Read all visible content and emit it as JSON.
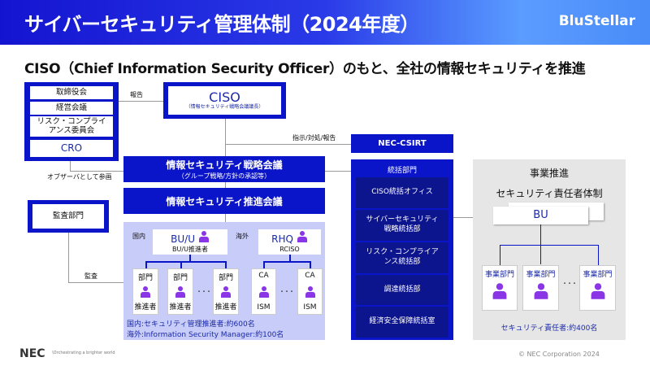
{
  "header": {
    "title": "サイバーセキュリティ管理体制（2024年度）",
    "brand": "BluStellar"
  },
  "subtitle": "CISO（Chief Information Security Officer）のもと、全社の情報セキュリティを推進",
  "board": {
    "items": [
      "取締役会",
      "経営会議",
      "リスク・コンプライアンス委員会",
      "CRO"
    ]
  },
  "labels": {
    "report": "報告",
    "instruct": "指示/対処/報告",
    "observer": "オブザーバとして参画",
    "audit": "監査"
  },
  "ciso": {
    "title": "CISO",
    "subtitle": "（情報セキュリティ戦略会議議長）"
  },
  "csirt": "NEC-CSIRT",
  "strategy": {
    "title": "情報セキュリティ戦略会議",
    "subtitle": "（グループ戦略/方針の承認等）"
  },
  "promotion": "情報セキュリティ推進会議",
  "audit_dept": "監査部門",
  "domestic": {
    "label": "国内",
    "unit": "BU/U",
    "role": "BU/U推進者",
    "children": [
      {
        "name": "部門",
        "role": "推進者"
      },
      {
        "name": "部門",
        "role": "推進者"
      },
      {
        "name": "部門",
        "role": "推進者"
      }
    ]
  },
  "overseas": {
    "label": "海外",
    "unit": "RHQ",
    "role": "RCISO",
    "children": [
      {
        "name": "CA",
        "role": "ISM"
      },
      {
        "name": "CA",
        "role": "ISM"
      }
    ]
  },
  "counts": {
    "domestic": "国内:セキュリティ管理推進者:約600名",
    "overseas": "海外:Information Security Manager:約100名"
  },
  "hq": {
    "title": "統括部門",
    "items": [
      "CISO統括オフィス",
      "サイバーセキュリティ戦略統括部",
      "リスク・コンプライアンス統括部",
      "調達統括部",
      "経済安全保障統括室"
    ]
  },
  "business": {
    "title": "事業推進",
    "subtitle": "セキュリティ責任者体制",
    "unit": "BU",
    "children": [
      "事業部門",
      "事業部門",
      "事業部門"
    ],
    "count": "セキュリティ責任者:約400名"
  },
  "footer": {
    "logo": "NEC",
    "tagline": "\\Orchestrating a brighter world",
    "copyright": "© NEC Corporation 2024"
  },
  "ellipsis": "・・・",
  "colors": {
    "primary": "#0a14c8",
    "panel": "#c8ccf8",
    "gray": "#e6e6e6",
    "person": "#8a35e6"
  }
}
